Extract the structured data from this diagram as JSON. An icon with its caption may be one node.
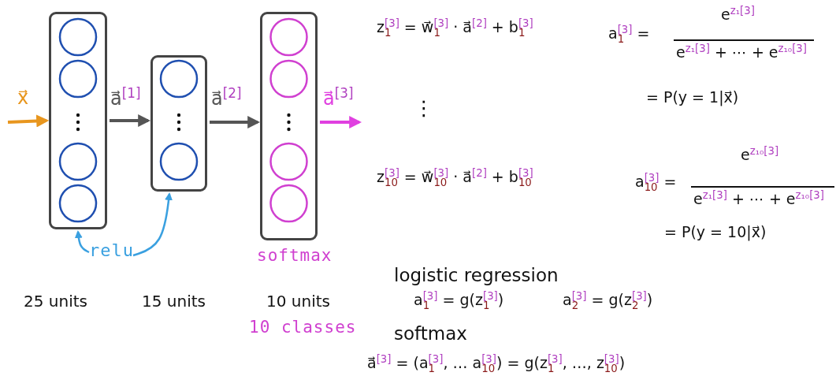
{
  "diagram": {
    "nodes": [
      {
        "text": [],
        "shape": "box"
      },
      {
        "text": [],
        "shape": "box"
      },
      {
        "text": [],
        "shape": "box",
        "beside": [
          "softmax"
        ]
      },
      {
        "text": [
          "relu"
        ]
      }
    ],
    "edges": [
      {
        "from": null,
        "to": 0,
        "arrow": "to",
        "label": "x⃗",
        "color": "#e8961e"
      },
      {
        "from": 0,
        "to": 1,
        "arrow": "to",
        "label": "a⃗$^{[1]}$"
      },
      {
        "from": 1,
        "to": 2,
        "arrow": "to",
        "label": "a⃗$^{[2]}$"
      },
      {
        "from": 2,
        "to": null,
        "arrow": "to",
        "label": "a⃗$^{[3]}$",
        "color": "#e040e0"
      },
      {
        "from": 3,
        "to": 0,
        "arrow": "to",
        "color": "#3aa0e0"
      },
      {
        "from": 3,
        "to": 1,
        "arrow": "to",
        "color": "#3aa0e0"
      }
    ],
    "labels": [
      "25 units",
      "15 units",
      "10 units",
      "10 classes",
      "z$_{1}$$^{[3]}$ = w⃗$_{1}$$^{[3]}$ · a⃗$^{[2]}$ + b$_{1}$$^{[3]}$",
      "a$_{1}$$^{[3]}$ =",
      "e$^{z₁[3]}$",
      "e$^{z₁[3]}$ + ⋯ + e$^{z₁₀[3]}$",
      "= P(y = 1|x⃗)",
      "⋮",
      "z$_{10}$$^{[3]}$ = w⃗$_{10}$$^{[3]}$ · a⃗$^{[2]}$ + b$_{10}$$^{[3]}$",
      "a$_{10}$$^{[3]}$ =",
      "e$^{z₁₀[3]}$",
      "e$^{z₁[3]}$ + ⋯ + e$^{z₁₀[3]}$",
      "= P(y = 10|x⃗)",
      "logistic regression",
      "a$_{1}$$^{[3]}$ = g(z$_{1}$$^{[3]}$)",
      "a$_{2}$$^{[3]}$ = g(z$_{2}$$^{[3]}$)",
      "softmax",
      "a⃗$^{[3]}$ = (a$_{1}$$^{[3]}$, … a$_{10}$$^{[3]}$) = g(z$_{1}$$^{[3]}$, …, z$_{10}$$^{[3]}$)"
    ]
  }
}
